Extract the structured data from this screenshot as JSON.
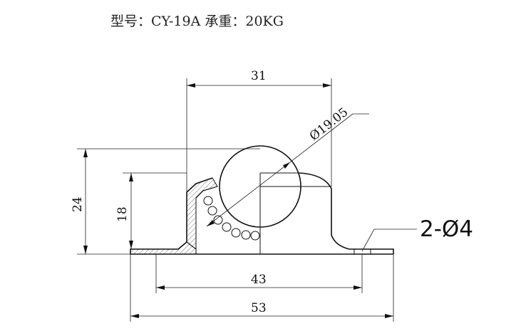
{
  "title": "型号：CY-19A 承重：20KG",
  "dimensions": {
    "top_width": "31",
    "ball_diameter": "Ø19.05",
    "overall_height": "24",
    "body_height": "18",
    "hole_callout": "2-Ø4",
    "hole_spacing": "43",
    "overall_width": "53"
  }
}
